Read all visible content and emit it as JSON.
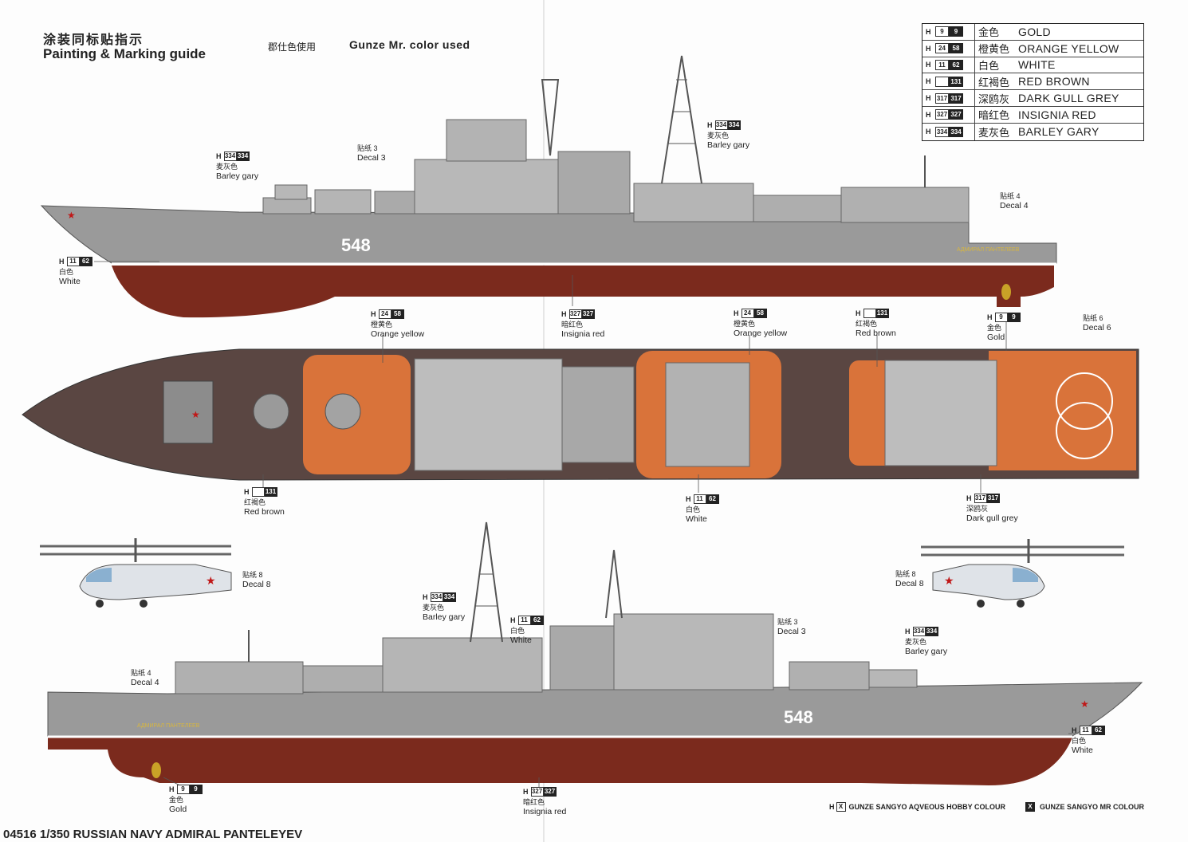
{
  "header": {
    "title_cn": "涂装同标贴指示",
    "title_en": "Painting & Marking guide",
    "gunze_cn": "郡仕色使用",
    "gunze_en": "Gunze  Mr.  color  used"
  },
  "legend": [
    {
      "h": "H",
      "code1": "9",
      "code2": "9",
      "cn": "金色",
      "en": "GOLD",
      "color": "#c9a227"
    },
    {
      "h": "H",
      "code1": "24",
      "code2": "58",
      "cn": "橙黄色",
      "en": "ORANGE YELLOW",
      "color": "#d8722c"
    },
    {
      "h": "H",
      "code1": "11",
      "code2": "62",
      "cn": "白色",
      "en": "WHITE",
      "color": "#ffffff"
    },
    {
      "h": "H",
      "code1": "",
      "code2": "131",
      "cn": "红褐色",
      "en": "RED BROWN",
      "color": "#7a2a1c"
    },
    {
      "h": "H",
      "code1": "317",
      "code2": "317",
      "cn": "深鸥灰",
      "en": "DARK GULL GREY",
      "color": "#8f8f8f"
    },
    {
      "h": "H",
      "code1": "327",
      "code2": "327",
      "cn": "暗红色",
      "en": "INSIGNIA RED",
      "color": "#b02020"
    },
    {
      "h": "H",
      "code1": "334",
      "code2": "334",
      "cn": "麦灰色",
      "en": "BARLEY GARY",
      "color": "#a9a9a9"
    }
  ],
  "ship": {
    "hull_number": "548",
    "name_plate": "АДМИРАЛ  ПАНТЕЛЕЕВ"
  },
  "callouts": {
    "top_barley_left": {
      "code1": "334",
      "code2": "334",
      "cn": "麦灰色",
      "en": "Barley gary"
    },
    "top_decal3": {
      "cn": "贴纸 3",
      "en": "Decal 3"
    },
    "top_barley_mast": {
      "code1": "334",
      "code2": "334",
      "cn": "麦灰色",
      "en": "Barley gary"
    },
    "top_decal4": {
      "cn": "贴纸 4",
      "en": "Decal 4"
    },
    "top_white": {
      "code1": "11",
      "code2": "62",
      "cn": "白色",
      "en": "White"
    },
    "top_insignia": {
      "code1": "327",
      "code2": "327",
      "cn": "暗红色",
      "en": "Insignia red"
    },
    "deck_orange1": {
      "code1": "24",
      "code2": "58",
      "cn": "橙黄色",
      "en": "Orange yellow"
    },
    "deck_orange2": {
      "code1": "24",
      "code2": "58",
      "cn": "橙黄色",
      "en": "Orange yellow"
    },
    "deck_redbrown_top": {
      "code1": "",
      "code2": "131",
      "cn": "红褐色",
      "en": "Red brown"
    },
    "deck_gold": {
      "code1": "9",
      "code2": "9",
      "cn": "金色",
      "en": "Gold"
    },
    "deck_decal6": {
      "cn": "贴纸 6",
      "en": "Decal 6"
    },
    "deck_redbrown_bottom": {
      "code1": "",
      "code2": "131",
      "cn": "红褐色",
      "en": "Red brown"
    },
    "deck_white": {
      "code1": "11",
      "code2": "62",
      "cn": "白色",
      "en": "White"
    },
    "deck_darkgull": {
      "code1": "317",
      "code2": "317",
      "cn": "深鸥灰",
      "en": "Dark gull grey"
    },
    "heli_left_decal8": {
      "cn": "贴纸 8",
      "en": "Decal 8"
    },
    "heli_right_decal8": {
      "cn": "贴纸 8",
      "en": "Decal 8"
    },
    "bot_barley_mast": {
      "code1": "334",
      "code2": "334",
      "cn": "麦灰色",
      "en": "Barley gary"
    },
    "bot_white_mast": {
      "code1": "11",
      "code2": "62",
      "cn": "白色",
      "en": "White"
    },
    "bot_decal3": {
      "cn": "贴纸 3",
      "en": "Decal 3"
    },
    "bot_barley_right": {
      "code1": "334",
      "code2": "334",
      "cn": "麦灰色",
      "en": "Barley gary"
    },
    "bot_decal4": {
      "cn": "贴纸 4",
      "en": "Decal 4"
    },
    "bot_white": {
      "code1": "11",
      "code2": "62",
      "cn": "白色",
      "en": "White"
    },
    "bot_gold": {
      "code1": "9",
      "code2": "9",
      "cn": "金色",
      "en": "Gold"
    },
    "bot_insignia": {
      "code1": "327",
      "code2": "327",
      "cn": "暗红色",
      "en": "Insignia red"
    }
  },
  "bottom_legend": {
    "aqueous_h": "H",
    "aqueous_x": "X",
    "aqueous_label": "GUNZE SANGYO AQVEOUS HOBBY COLOUR",
    "mr_x": "X",
    "mr_label": "GUNZE SANGYO MR COLOUR"
  },
  "footer": "04516 1/350 RUSSIAN NAVY  ADMIRAL PANTELEYEV",
  "colors": {
    "hull_grey": "#9c9c9c",
    "hull_red": "#7b2a1d",
    "deck_brown": "#5a4642",
    "deck_orange": "#d9733a",
    "superstructure": "#b5b5b5"
  }
}
